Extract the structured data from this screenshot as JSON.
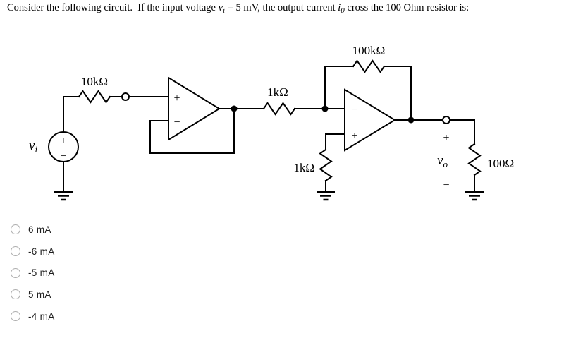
{
  "question": {
    "text_before_vi": "Consider the following circuit.  If the input voltage ",
    "vi_var": "v",
    "vi_sub": "i",
    "text_between": " = 5 mV, the output current ",
    "io_var": "i",
    "io_sub": "0",
    "text_after": " cross the 100 Ohm resistor is:"
  },
  "circuit": {
    "r_input": "10kΩ",
    "r_series": "1kΩ",
    "r_feedback": "100kΩ",
    "r_ground": "1kΩ",
    "r_load": "100Ω",
    "source": {
      "plus": "+",
      "minus": "−",
      "var": "v",
      "sub": "i"
    },
    "opamp1": {
      "plus": "+",
      "minus": "−"
    },
    "opamp2": {
      "minus": "−",
      "plus": "+"
    },
    "output": {
      "plus": "+",
      "minus": "−",
      "var": "v",
      "sub": "o"
    }
  },
  "colors": {
    "line": "#000000",
    "radio_border": "#aeaeae",
    "option_text": "#1f1f1f"
  },
  "options": [
    {
      "label": "6 mA"
    },
    {
      "label": "-6 mA"
    },
    {
      "label": "-5 mA"
    },
    {
      "label": "5 mA"
    },
    {
      "label": "-4 mA"
    }
  ]
}
